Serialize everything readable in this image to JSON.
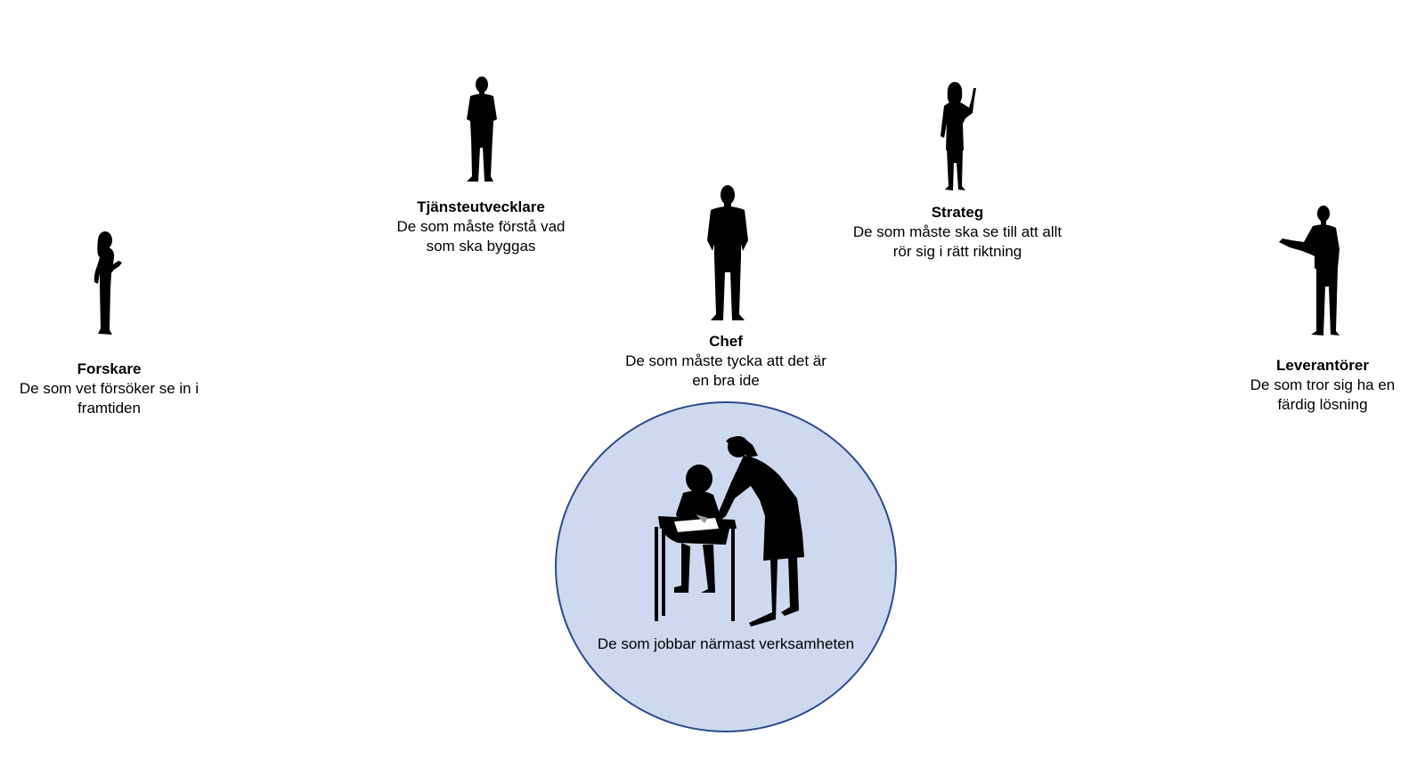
{
  "colors": {
    "circle_fill": "#cdd9ef",
    "circle_stroke": "#2c4a8c",
    "silhouette": "#000000"
  },
  "roles": [
    {
      "key": "forskare",
      "title": "Forskare",
      "desc_1": "De som vet försöker se in i",
      "desc_2": "framtiden",
      "icon": "woman-standing-silhouette-icon"
    },
    {
      "key": "tjansteutvecklare",
      "title": "Tjänsteutvecklare",
      "desc_1": "De som måste förstå vad",
      "desc_2": "som ska byggas",
      "icon": "man-standing-silhouette-icon"
    },
    {
      "key": "chef",
      "title": "Chef",
      "desc_1": "De som måste tycka att det är",
      "desc_2": "en bra ide",
      "icon": "man-hands-in-pockets-silhouette-icon"
    },
    {
      "key": "strateg",
      "title": "Strateg",
      "desc_1": "De som måste ska se till att allt",
      "desc_2": "rör sig i rätt riktning",
      "icon": "woman-pointing-up-silhouette-icon"
    },
    {
      "key": "leverantorer",
      "title": "Leverantörer",
      "desc_1": "De som tror sig ha en",
      "desc_2": "färdig lösning",
      "icon": "man-presenting-silhouette-icon"
    }
  ],
  "center": {
    "label": "De som jobbar närmast verksamheten",
    "icon": "teacher-helping-student-silhouette-icon"
  }
}
